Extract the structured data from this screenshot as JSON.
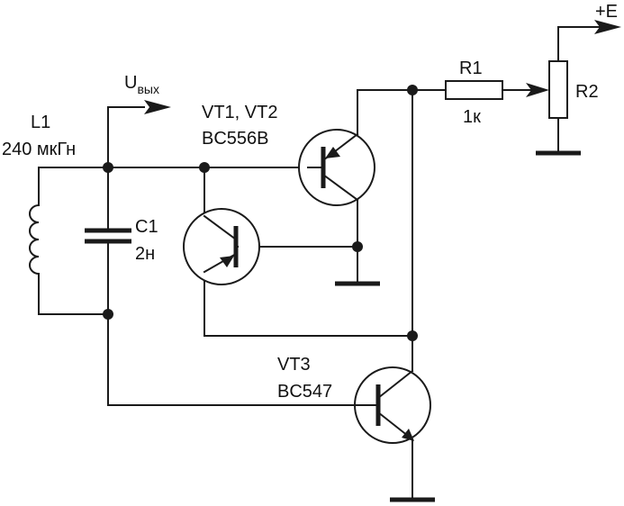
{
  "labels": {
    "l1_name": "L1",
    "l1_value": "240 мкГн",
    "c1_name": "C1",
    "c1_value": "2н",
    "vt12_name": "VT1, VT2",
    "vt12_type": "BC556B",
    "vt3_name": "VT3",
    "vt3_type": "BC547",
    "r1_name": "R1",
    "r1_value": "1к",
    "r2_name": "R2",
    "supply": "+E",
    "output_main": "U",
    "output_sub": "вых"
  }
}
